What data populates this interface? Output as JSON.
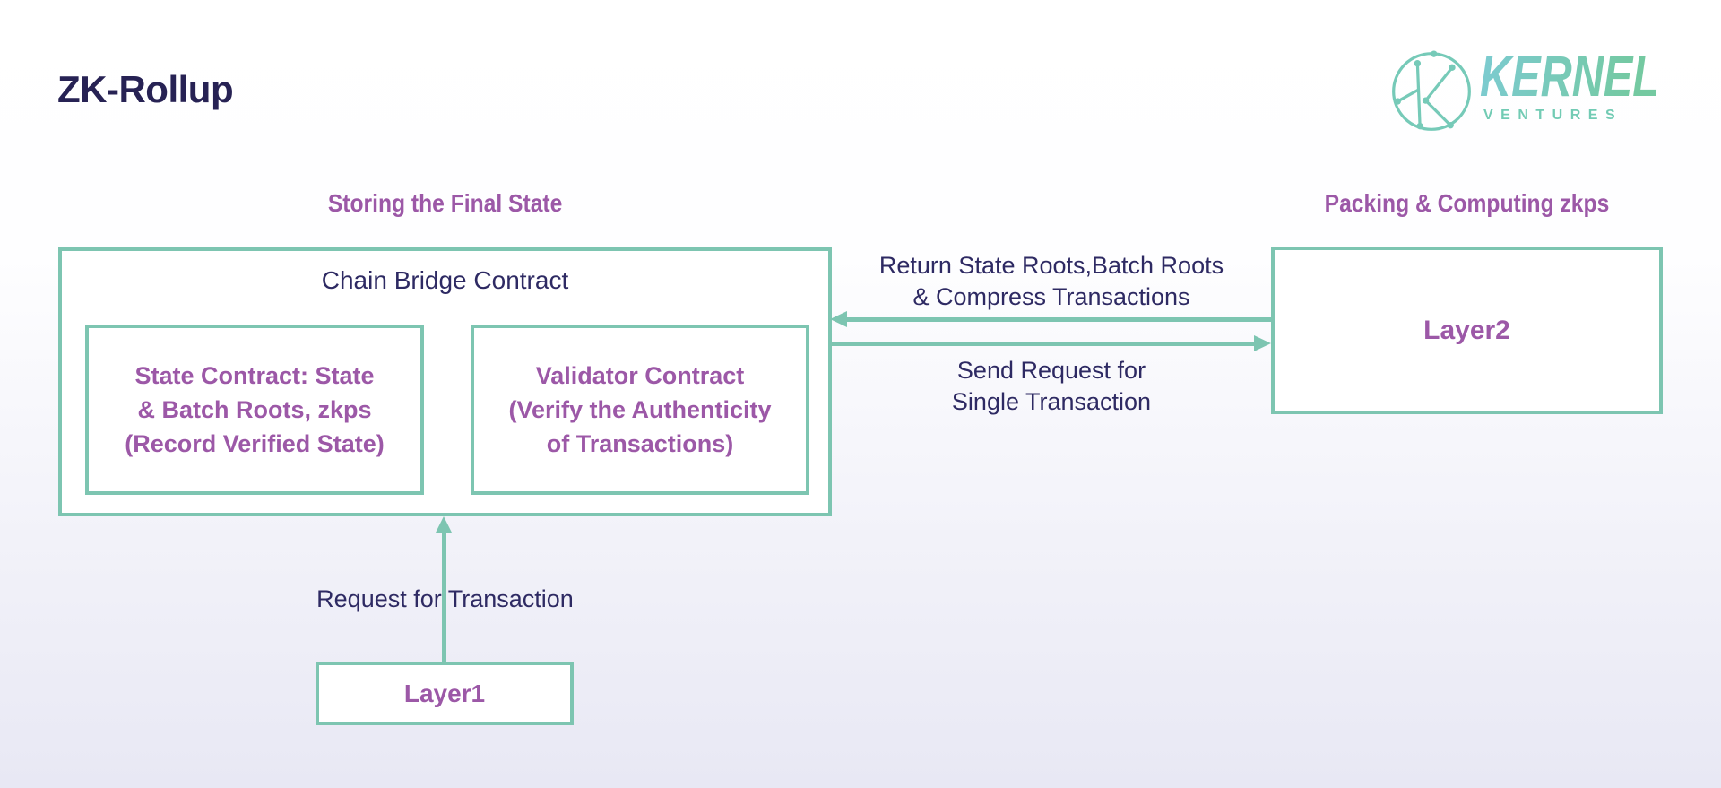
{
  "page": {
    "title": "ZK-Rollup"
  },
  "logo": {
    "brand": "KERNEL",
    "sub": "VENTURES",
    "teal": "#7ccbd1",
    "green": "#74c9a1"
  },
  "colors": {
    "line_teal": "#7dc5b1",
    "text_purple": "#9c58a7",
    "text_navy": "#2e2a63",
    "background_bottom": "#e8e8f4"
  },
  "sections": {
    "left_heading": "Storing the Final State",
    "right_heading": "Packing & Computing zkps"
  },
  "boxes": {
    "chain_bridge_title": "Chain Bridge Contract",
    "state_contract_lines": [
      "State Contract: State",
      "& Batch Roots, zkps",
      "(Record Verified State)"
    ],
    "validator_contract_lines": [
      "Validator Contract",
      "(Verify the Authenticity",
      "of Transactions)"
    ],
    "layer2_label": "Layer2",
    "layer1_label": "Layer1"
  },
  "arrows": {
    "return_label_lines": [
      "Return State Roots,Batch Roots",
      "& Compress Transactions"
    ],
    "send_label_lines": [
      "Send Request for",
      "Single Transaction"
    ],
    "request_label": "Request for Transaction"
  }
}
